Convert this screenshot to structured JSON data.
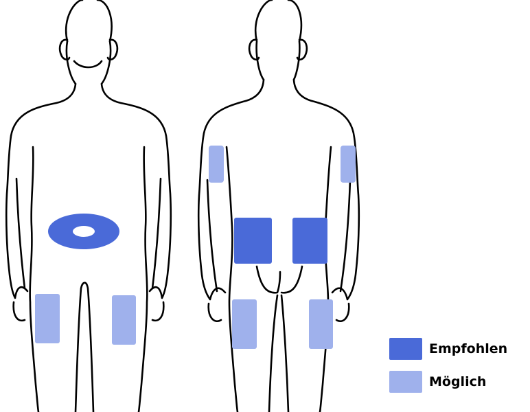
{
  "colors": {
    "recommended": "#4a6ad8",
    "possible": "#9fb1ec",
    "outline": "#000000",
    "background": "#ffffff"
  },
  "views": [
    {
      "name": "front-view"
    },
    {
      "name": "back-view"
    }
  ],
  "zones": {
    "front": [
      {
        "name": "front-abdomen-zone",
        "category": "recommended",
        "shape": "ring"
      },
      {
        "name": "front-left-thigh-zone",
        "category": "possible",
        "shape": "rect"
      },
      {
        "name": "front-right-thigh-zone",
        "category": "possible",
        "shape": "rect"
      }
    ],
    "back": [
      {
        "name": "back-left-arm-zone",
        "category": "possible",
        "shape": "rect"
      },
      {
        "name": "back-right-arm-zone",
        "category": "possible",
        "shape": "rect"
      },
      {
        "name": "back-left-flank-zone",
        "category": "recommended",
        "shape": "rect"
      },
      {
        "name": "back-right-flank-zone",
        "category": "recommended",
        "shape": "rect"
      },
      {
        "name": "back-left-thigh-zone",
        "category": "possible",
        "shape": "rect"
      },
      {
        "name": "back-right-thigh-zone",
        "category": "possible",
        "shape": "rect"
      }
    ]
  },
  "legend": [
    {
      "key": "recommended",
      "label": "Empfohlen"
    },
    {
      "key": "possible",
      "label": "Möglich"
    }
  ]
}
